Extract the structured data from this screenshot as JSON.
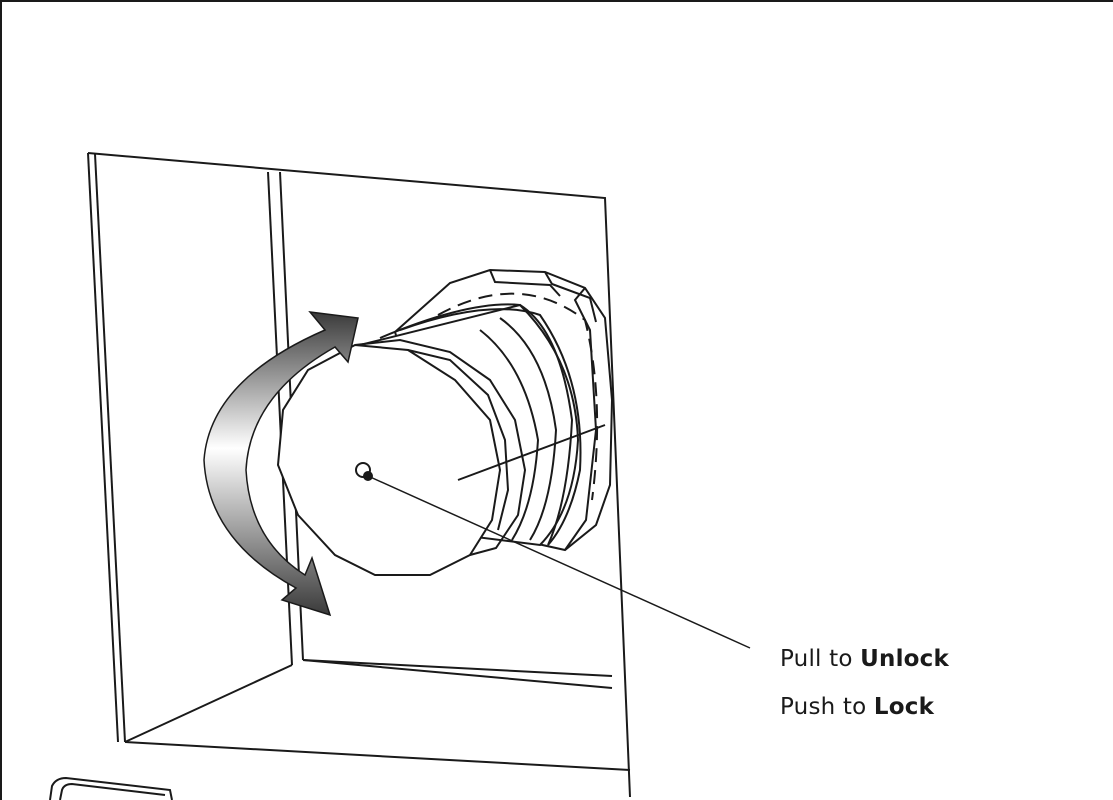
{
  "callout": {
    "unlock": {
      "prefix": "Pull to ",
      "emphasis": "Unlock"
    },
    "lock": {
      "prefix": "Push to ",
      "emphasis": "Lock"
    }
  },
  "colors": {
    "stroke": "#1a1a1a",
    "arrow_dark": "#3a3a3a",
    "background": "#ffffff"
  },
  "icons": {
    "rotation_arrow": "curved-double-arrow-icon"
  }
}
